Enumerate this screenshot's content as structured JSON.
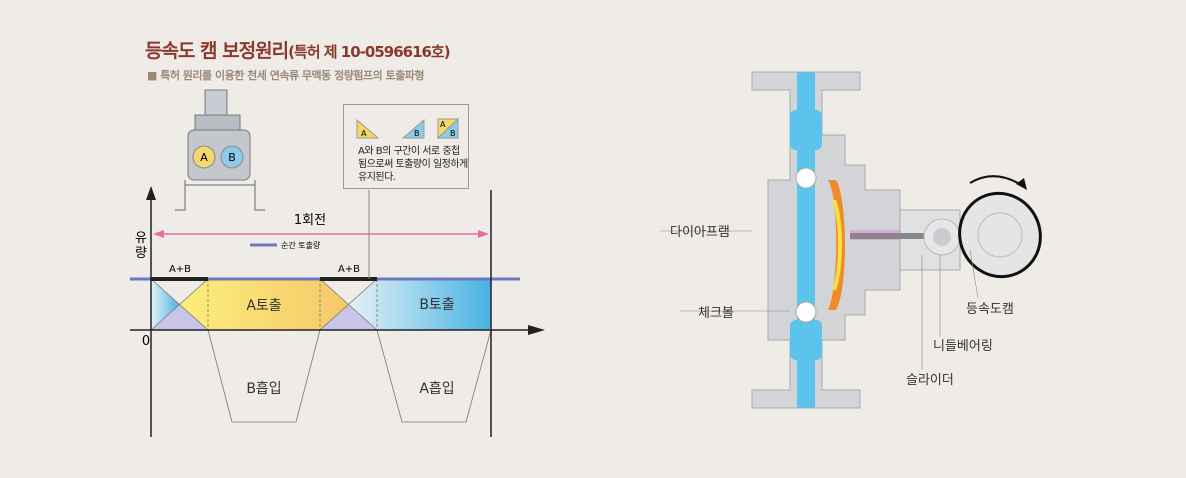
{
  "header": {
    "title": "등속도 캠 보정원리",
    "title_patent": "(특허 제 10-0596616호)",
    "subtitle": "■ 특허 원리를 이용한 천세 연속류 무맥동 정량펌프의 토출파형"
  },
  "callout": {
    "icon_a": "A",
    "icon_b": "B",
    "icon_ab_a": "A",
    "icon_ab_b": "B",
    "text": "A와 B의 구간이 서로 중첩됨으로써 토출량이 일정하게 유지된다."
  },
  "pump_photo": {
    "label_a": "A",
    "label_b": "B"
  },
  "chart": {
    "y_axis_label_1": "유",
    "y_axis_label_2": "량",
    "origin_label": "0",
    "rotation_label": "1회전",
    "legend": "순간 토출량",
    "overlap_label_1": "A+B",
    "overlap_label_2": "A+B",
    "a_discharge": "A토출",
    "b_discharge": "B토출",
    "b_suction": "B흡입",
    "a_suction": "A흡입"
  },
  "colors": {
    "title": "#8a3a2c",
    "flow_line": "#6b77c6",
    "rotation_arrow": "#e96aa8",
    "a_fill": "#f7d565",
    "b_fill": "#52b5e0"
  },
  "pump_diagram": {
    "diaphragm": "다이아프램",
    "check_ball": "체크볼",
    "cam": "등속도캠",
    "needle_bearing": "니들베어링",
    "slider": "슬라이더"
  }
}
